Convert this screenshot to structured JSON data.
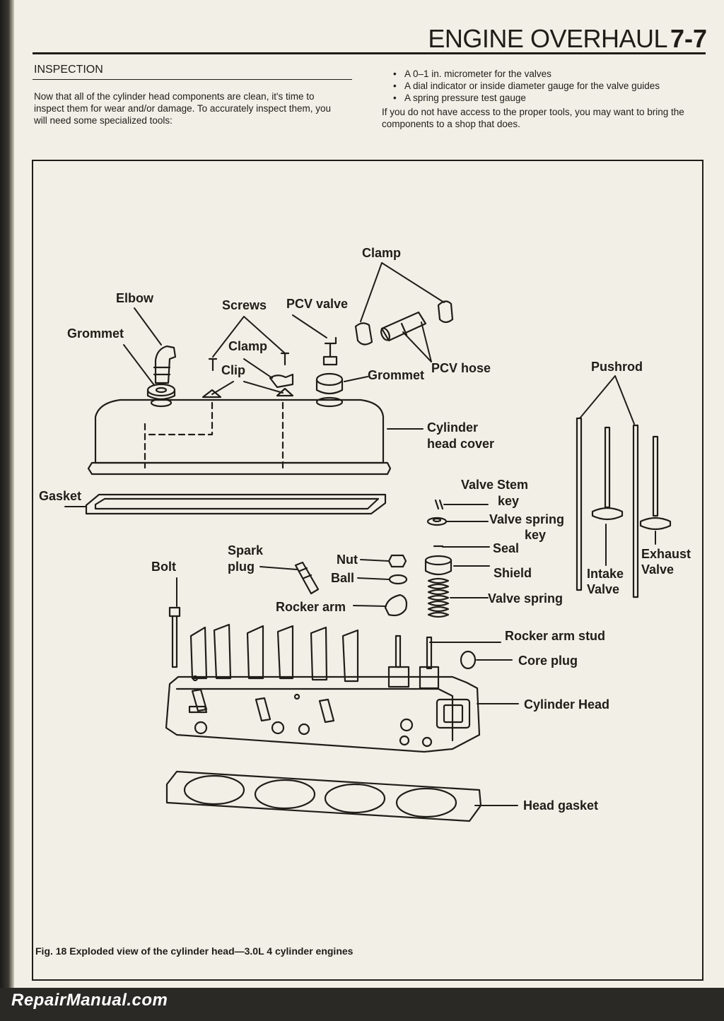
{
  "header": {
    "title": "ENGINE OVERHAUL",
    "page_number": "7-7"
  },
  "section": {
    "title": "INSPECTION",
    "intro": "Now that all of the cylinder head components are clean, it's time to inspect them for wear and/or damage. To accurately inspect them, you will need some specialized tools:",
    "tools": [
      "A 0–1 in. micrometer for the valves",
      "A dial indicator or inside diameter gauge for the valve guides",
      "A spring pressure test gauge"
    ],
    "tools_note": "If you do not have access to the proper tools, you may want to bring the components to a shop that does."
  },
  "figure": {
    "number": "Fig. 18",
    "caption": "Exploded view of the cylinder head—3.0L 4 cylinder engines",
    "labels": {
      "clamp_top": "Clamp",
      "elbow": "Elbow",
      "screws": "Screws",
      "pcv_valve": "PCV valve",
      "grommet_left": "Grommet",
      "clamp_mid": "Clamp",
      "clip": "Clip",
      "grommet_right": "Grommet",
      "pcv_hose": "PCV hose",
      "pushrod": "Pushrod",
      "cylinder_head_cover_1": "Cylinder",
      "cylinder_head_cover_2": "head cover",
      "gasket": "Gasket",
      "valve_stem_key_1": "Valve Stem",
      "valve_stem_key_2": "key",
      "valve_spring_key_1": "Valve spring",
      "valve_spring_key_2": "key",
      "seal": "Seal",
      "spark_plug_1": "Spark",
      "spark_plug_2": "plug",
      "bolt": "Bolt",
      "nut": "Nut",
      "ball": "Ball",
      "shield": "Shield",
      "rocker_arm": "Rocker arm",
      "valve_spring": "Valve spring",
      "intake_valve_1": "Intake",
      "intake_valve_2": "Valve",
      "exhaust_valve_1": "Exhaust",
      "exhaust_valve_2": "Valve",
      "rocker_arm_stud": "Rocker arm stud",
      "core_plug": "Core plug",
      "cylinder_head": "Cylinder Head",
      "head_gasket": "Head gasket"
    }
  },
  "watermark": "RepairManual.com"
}
